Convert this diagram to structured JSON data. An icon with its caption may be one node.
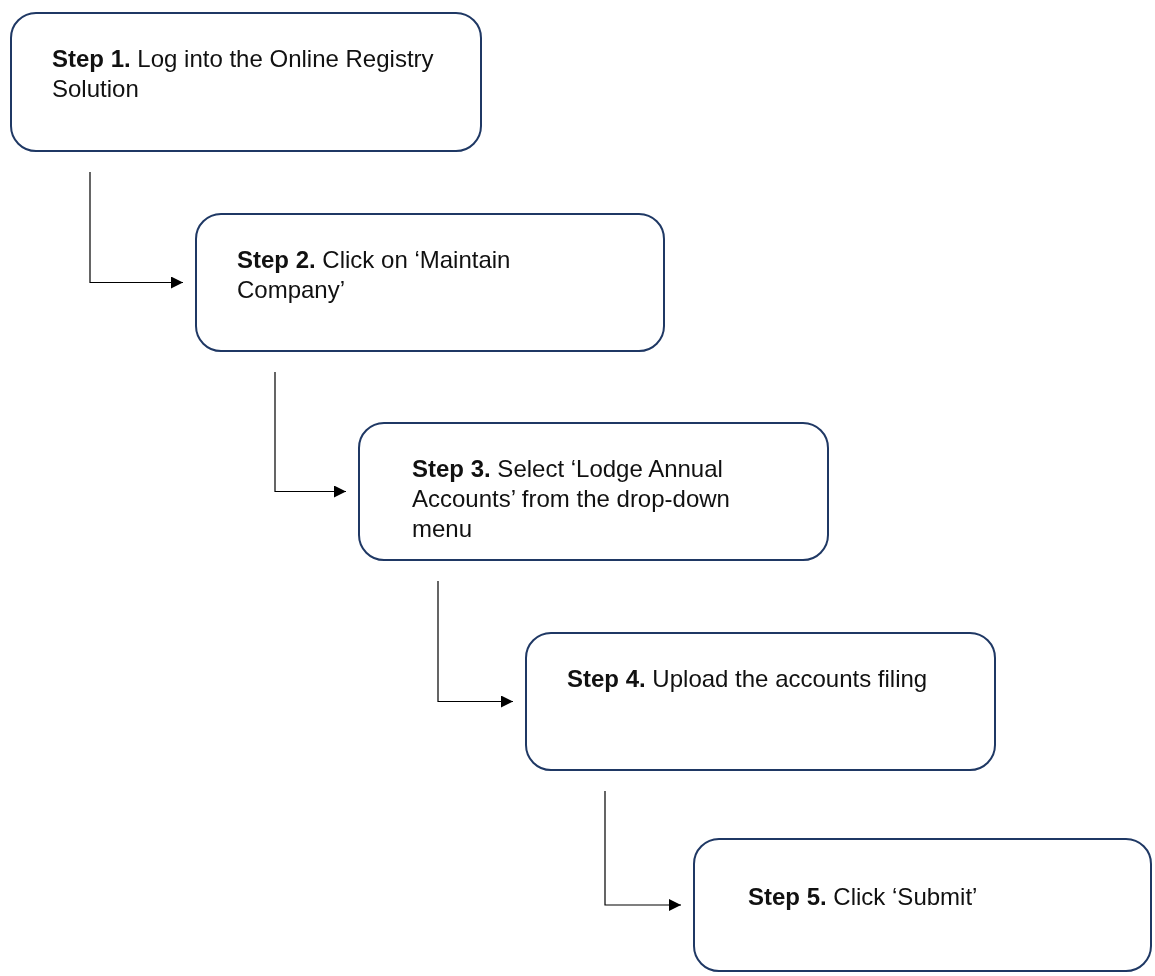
{
  "diagram": {
    "nodes": [
      {
        "text": [
          "**Step 1.** Log into the Online Registry Solution"
        ]
      },
      {
        "text": [
          "**Step 2.** Click on ‘Maintain Company’"
        ]
      },
      {
        "text": [
          "**Step 3.** Select ‘Lodge Annual Accounts’ from the drop-down menu"
        ]
      },
      {
        "text": [
          "**Step 4.** Upload the accounts filing"
        ]
      },
      {
        "text": [
          "**Step 5.** Click ‘Submit’"
        ]
      }
    ],
    "edges": [
      {
        "from": 0,
        "to": 1,
        "arrow": "to"
      },
      {
        "from": 1,
        "to": 2,
        "arrow": "to"
      },
      {
        "from": 2,
        "to": 3,
        "arrow": "to"
      },
      {
        "from": 3,
        "to": 4,
        "arrow": "to"
      }
    ]
  }
}
